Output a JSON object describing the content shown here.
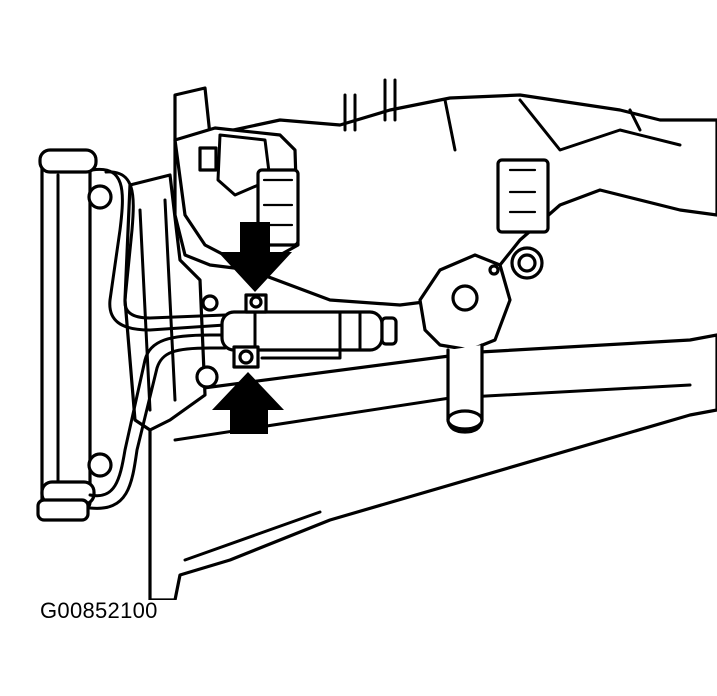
{
  "figure": {
    "id_label": "G00852100"
  },
  "callouts": [
    {
      "name": "arrow-down",
      "direction": "down"
    },
    {
      "name": "arrow-up",
      "direction": "up"
    }
  ],
  "colors": {
    "ink": "#000000",
    "paper": "#ffffff"
  }
}
